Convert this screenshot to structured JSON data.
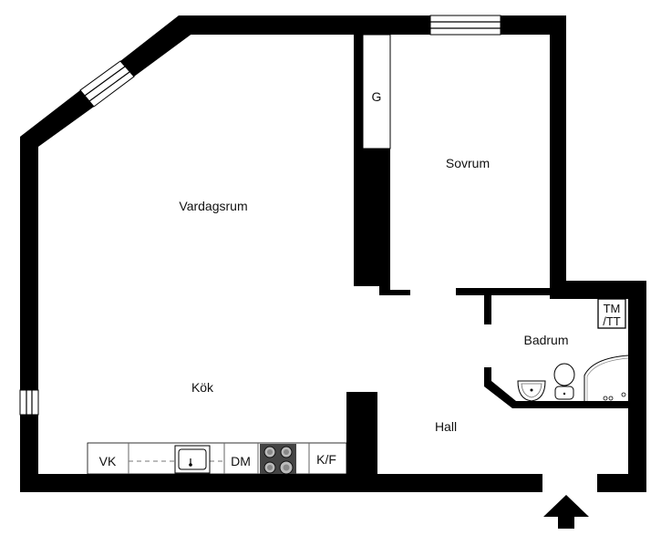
{
  "rooms": {
    "living": "Vardagsrum",
    "bedroom": "Sovrum",
    "kitchen": "Kök",
    "bathroom": "Badrum",
    "hall": "Hall"
  },
  "fixtures": {
    "wardrobe": "G",
    "dishwasher_top": "VK",
    "dishwasher": "DM",
    "fridge": "K/F",
    "washer_line1": "TM",
    "washer_line2": "/TT"
  },
  "icons": {
    "entrance": "entrance-arrow-icon",
    "sink": "sink-icon",
    "stove": "stove-icon",
    "toilet": "toilet-icon",
    "shower": "shower-icon",
    "washbasin": "washbasin-icon"
  },
  "colors": {
    "wall": "#000000",
    "background": "#ffffff"
  }
}
